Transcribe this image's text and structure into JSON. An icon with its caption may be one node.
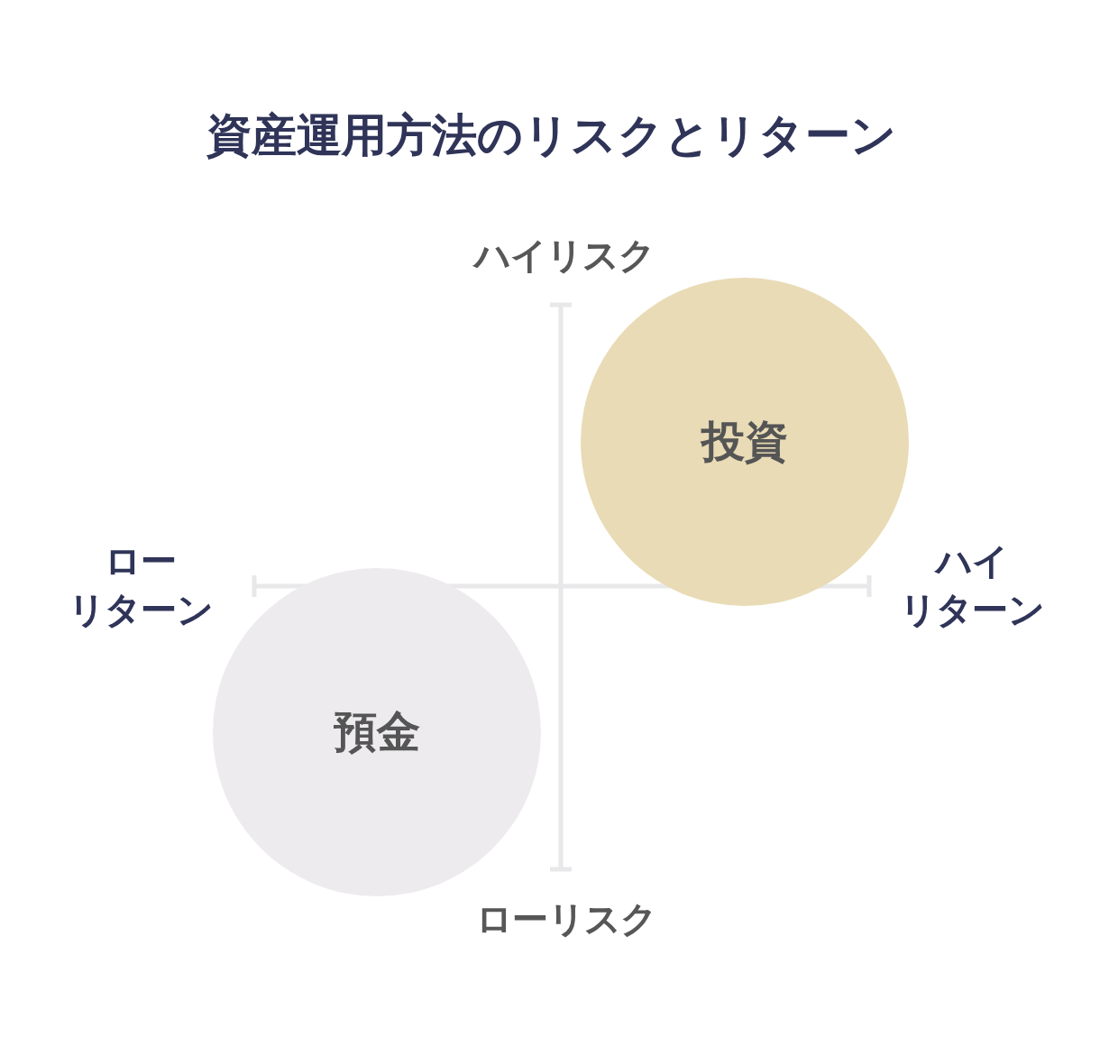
{
  "diagram": {
    "title": "資産運用方法のリスクとリターン",
    "nodes": [
      {
        "text": [
          "投資"
        ]
      },
      {
        "text": [
          "預金"
        ]
      }
    ],
    "labels": [
      "ハイリスク",
      "ローリターン",
      "ハイリターン",
      "ローリスク"
    ]
  }
}
